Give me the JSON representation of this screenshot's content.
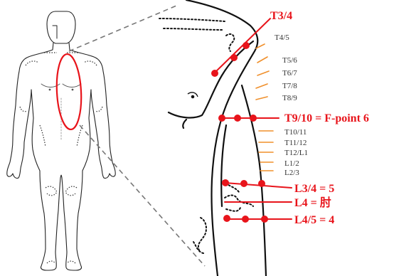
{
  "colors": {
    "accent_red": "#e8141b",
    "tick_orange": "#f0902c",
    "outline": "#111111",
    "dashed_gray": "#777777"
  },
  "labels": {
    "t34": "T3/4",
    "t45": "T4/5",
    "t56": "T5/6",
    "t67": "T6/7",
    "t78": "T7/8",
    "t89": "T8/9",
    "t910": "T9/10 = F-point 6",
    "t1011": "T10/11",
    "t1112": "T11/12",
    "t12l1": "T12/L1",
    "l12": "L1/2",
    "l23": "L2/3",
    "l34": "L3/4 = 5",
    "l4": "L4 = 肘",
    "l45": "L4/5 = 4"
  }
}
